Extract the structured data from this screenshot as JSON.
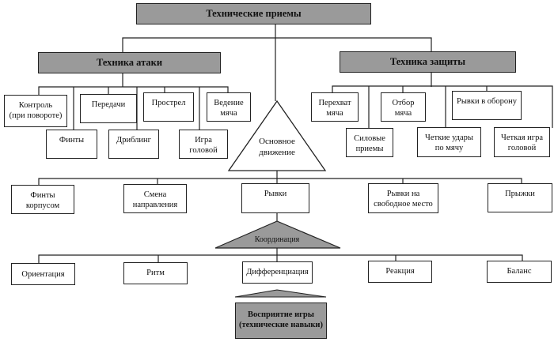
{
  "diagram": {
    "root": {
      "label": "Технические приемы"
    },
    "branches": {
      "attack": {
        "label": "Техника атаки",
        "items": [
          {
            "label": "Контроль\n(при повороте)"
          },
          {
            "label": "Финты"
          },
          {
            "label": "Передачи"
          },
          {
            "label": "Дриблинг"
          },
          {
            "label": "Прострел"
          },
          {
            "label": "Игра\nголовой"
          },
          {
            "label": "Ведение\nмяча"
          }
        ]
      },
      "defense": {
        "label": "Техника защиты",
        "items": [
          {
            "label": "Перехват\nмяча"
          },
          {
            "label": "Силовые\nприемы"
          },
          {
            "label": "Отбор\nмяча"
          },
          {
            "label": "Четкие удары\nпо мячу"
          },
          {
            "label": "Рывки в оборону"
          },
          {
            "label": "Четкая игра\nголовой"
          }
        ]
      }
    },
    "core_movement": {
      "label": "Основное\nдвижение",
      "items": [
        {
          "label": "Финты\nкорпусом"
        },
        {
          "label": "Смена\nнаправления"
        },
        {
          "label": "Рывки"
        },
        {
          "label": "Рывки на\nсвободное место"
        },
        {
          "label": "Прыжки"
        }
      ]
    },
    "coordination": {
      "label": "Координация",
      "items": [
        {
          "label": "Ориентация"
        },
        {
          "label": "Ритм"
        },
        {
          "label": "Дифференциация"
        },
        {
          "label": "Реакция"
        },
        {
          "label": "Баланс"
        }
      ]
    },
    "outcome": {
      "label": "Восприятие игры\n(технические навыки)"
    },
    "colors": {
      "gray_fill": "#9a9a9a",
      "line": "#222222",
      "background": "#ffffff"
    }
  }
}
